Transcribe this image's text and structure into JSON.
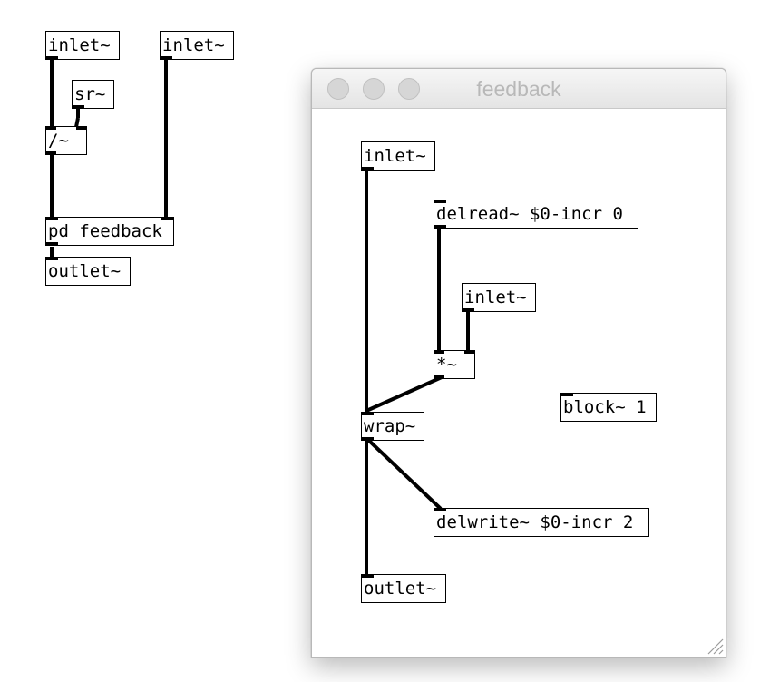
{
  "main_patch": {
    "objects": {
      "inlet_left": "inlet~",
      "inlet_right": "inlet~",
      "sr": "sr~",
      "divide": "/~",
      "pd_feedback": "pd feedback",
      "outlet": "outlet~"
    }
  },
  "subpatch_window": {
    "title": "feedback",
    "objects": {
      "inlet_main": "inlet~",
      "delread": "delread~ $0-incr 0",
      "inlet_gain": "inlet~",
      "multiply": "*~",
      "block": "block~ 1",
      "wrap": "wrap~",
      "delwrite": "delwrite~ $0-incr 2",
      "outlet": "outlet~"
    }
  }
}
